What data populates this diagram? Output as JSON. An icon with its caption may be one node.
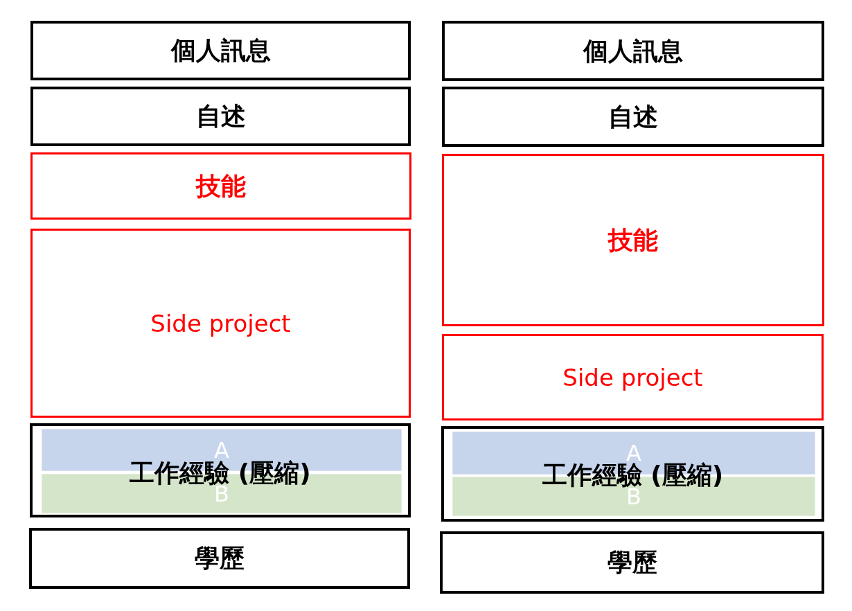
{
  "diagram": {
    "nodes": [
      {
        "text": [
          "個人訊息"
        ]
      },
      {
        "text": [
          "自述"
        ]
      },
      {
        "text": [
          "技能"
        ]
      },
      {
        "text": [
          "Side project"
        ]
      },
      {
        "text": [
          "工作經驗 (壓縮)"
        ]
      },
      {
        "text": [
          "A"
        ],
        "in": 4
      },
      {
        "text": [
          "B"
        ],
        "in": 4
      },
      {
        "text": [
          "學歷"
        ]
      },
      {
        "text": [
          "個人訊息"
        ]
      },
      {
        "text": [
          "自述"
        ]
      },
      {
        "text": [
          "技能"
        ]
      },
      {
        "text": [
          "Side project"
        ]
      },
      {
        "text": [
          "工作經驗 (壓縮)"
        ]
      },
      {
        "text": [
          "A"
        ],
        "in": 12
      },
      {
        "text": [
          "B"
        ],
        "in": 12
      },
      {
        "text": [
          "學歷"
        ]
      }
    ]
  }
}
